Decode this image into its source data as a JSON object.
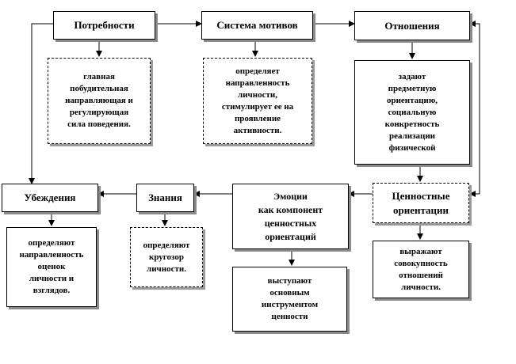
{
  "nodes": {
    "needs": "Потребности",
    "motives": "Система мотивов",
    "relations": "Отношения",
    "values": "Ценностные\nориентации",
    "emotions": "Эмоции\nкак компонент\nценностных\nориентаций",
    "knowledge": "Знания",
    "beliefs": "Убеждения"
  },
  "descriptions": {
    "needs": "главная\nпобудительная\nнаправляющая и\nрегулирующая\nсила поведения.",
    "motives": "определяет\nнаправленность\nличности,\nстимулирует ее на\nпроявление\nактивности.",
    "relations": "задают\nпредметную\nориентацию,\nсоциальную\nконкретность\nреализации\nфизической",
    "values": "выражают\nсовокупность\nотношений\nличности.",
    "emotions": "выступают\nосновным\nинструментом\nценности",
    "knowledge": "определяют\nкругозор\nличности.",
    "beliefs": "определяют\nнаправленность\nоценок\nличности и\nвзглядов."
  }
}
